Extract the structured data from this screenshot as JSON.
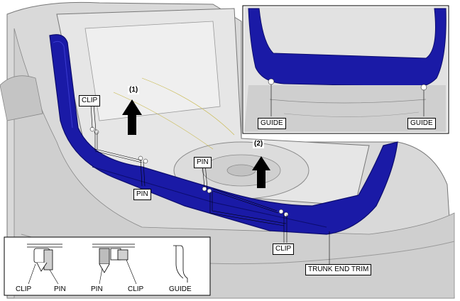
{
  "labels": {
    "clip_top": "CLIP",
    "pin_mid": "PIN",
    "pin_right": "PIN",
    "clip_bottom": "CLIP",
    "guide_left": "GUIDE",
    "guide_right": "GUIDE",
    "trunk_end_trim": "TRUNK END TRIM"
  },
  "steps": {
    "step1": "(1)",
    "step2": "(2)"
  },
  "legend": {
    "clip_1": "CLIP",
    "pin_1": "PIN",
    "pin_2": "PIN",
    "clip_2": "CLIP",
    "guide": "GUIDE"
  },
  "colors": {
    "trim": "#1a1aa6",
    "trim_dark": "#0c0c6e",
    "body_gray": "#d6d6d6",
    "body_dark": "#9a9a9a",
    "outline": "#555555"
  }
}
